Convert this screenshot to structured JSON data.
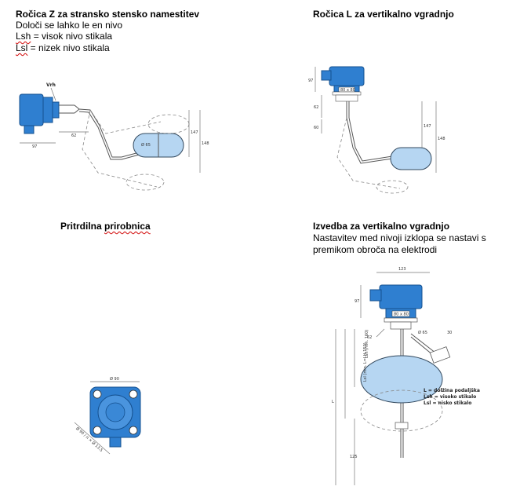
{
  "sections": {
    "z_arm": {
      "title": "Ročica Z za stransko stensko namestitev",
      "line1": "Določi se lahko le en nivo",
      "line2_abbr": "Lsh",
      "line2_rest": " = visok nivo stikala",
      "line3_abbr": "Lsl",
      "line3_rest": "  = nizek nivo stikala",
      "labels": {
        "vrh": "Vrh",
        "d97": "97",
        "d62": "62",
        "d147": "147",
        "d148": "148",
        "dia": "Ø 65"
      }
    },
    "l_arm": {
      "title": "Ročica L za vertikalno vgradnjo",
      "labels": {
        "d97": "97",
        "d80": "80 x 80",
        "d62": "62",
        "d147": "147",
        "d148": "148",
        "d60": "60"
      }
    },
    "flange": {
      "title_start": "Pritrdilna ",
      "title_squig": "prirobnica",
      "labels": {
        "d90": "Ø 90",
        "diag": "Ø 90 / n × Ø 13.5"
      }
    },
    "vertical": {
      "title": "Izvedba za vertikalno vgradnjo",
      "line1": "Nastavitev med nivoji izklopa se nastavi s",
      "line2": "premikom obroča na elektrodi",
      "labels": {
        "d123": "123",
        "d97": "97",
        "d80": "80 x 80",
        "d62": "62",
        "d65": "Ø 65",
        "d30": "30",
        "lsh": "Lsh (min. 160)",
        "lsl": "Lsl (min. L=LH-150)",
        "l": "L",
        "d125": "125",
        "legend_l": "L = dolžina podaljška",
        "legend_lsh": "Lsh = visoko stikalo",
        "legend_lsl": "Lsl = nisko stikalo"
      }
    }
  },
  "colors": {
    "housing": "#2f7fd0",
    "float": "#b6d6f2"
  }
}
